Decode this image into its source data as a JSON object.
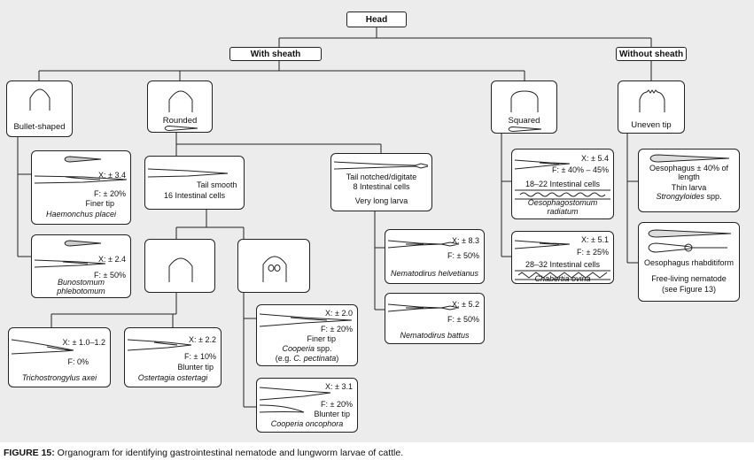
{
  "root": "Head",
  "branches": {
    "with_sheath": "With sheath",
    "without_sheath": "Without sheath"
  },
  "head_shapes": {
    "bullet": "Bullet-shaped",
    "rounded": "Rounded",
    "squared": "Squared",
    "uneven": "Uneven tip"
  },
  "haemonchus": {
    "x": "X: ± 3.4",
    "f": "F: ± 20%",
    "tip": "Finer tip",
    "name": "Haemonchus placei"
  },
  "bunostomum": {
    "x": "X: ± 2.4",
    "f": "F: ± 50%",
    "name1": "Bunostomum",
    "name2": "phlebotomum"
  },
  "tail_smooth": {
    "line1": "Tail smooth",
    "line2": "16 Intestinal cells"
  },
  "tail_notched": {
    "line1": "Tail notched/digitate",
    "line2": "8 Intestinal cells",
    "line3": "Very long larva"
  },
  "trichostrongylus": {
    "x": "X: ± 1.0–1.2",
    "f": "F: 0%",
    "name": "Trichostrongylus axei"
  },
  "ostertagia": {
    "x": "X: ± 2.2",
    "f": "F: ± 10%",
    "tip": "Blunter tip",
    "name": "Ostertagia ostertagi"
  },
  "cooperia_spp": {
    "x": "X: ± 2.0",
    "f": "F: ± 20%",
    "tip": "Finer tip",
    "name": "Cooperia",
    "name_suffix": " spp.",
    "eg_prefix": "(e.g. ",
    "eg_name": "C. pectinata",
    "eg_suffix": ")"
  },
  "cooperia_onc": {
    "x": "X: ± 3.1",
    "f": "F: ± 20%",
    "tip": "Blunter tip",
    "name": "Cooperia oncophora"
  },
  "nem_helv": {
    "x": "X: ± 8.3",
    "f": "F: ± 50%",
    "name": "Nematodirus helvetianus"
  },
  "nem_battus": {
    "x": "X: ± 5.2",
    "f": "F: ± 50%",
    "name": "Nematodirus battus"
  },
  "oesophagostomum": {
    "x": "X: ± 5.4",
    "f": "F: ± 40% – 45%",
    "cells": "18–22 Intestinal cells",
    "name1": "Oesophagostomum",
    "name2": "radiatum"
  },
  "chabertia": {
    "x": "X: ± 5.1",
    "f": "F: ± 25%",
    "cells": "28–32 Intestinal cells",
    "name": "Chabertia ovina"
  },
  "strongyloides": {
    "l1": "Oesophagus ± 40% of",
    "l2": "length",
    "l3": "Thin larva",
    "name": "Strongyloides",
    "name_suffix": " spp."
  },
  "freeliving": {
    "l1": "Oesophagus rhabditiform",
    "l2": "Free-living nematode",
    "l3": "(see Figure 13)"
  },
  "caption": {
    "label": "FIGURE 15:",
    "text": " Organogram for identifying gastrointestinal nematode and lungworm larvae of cattle."
  }
}
